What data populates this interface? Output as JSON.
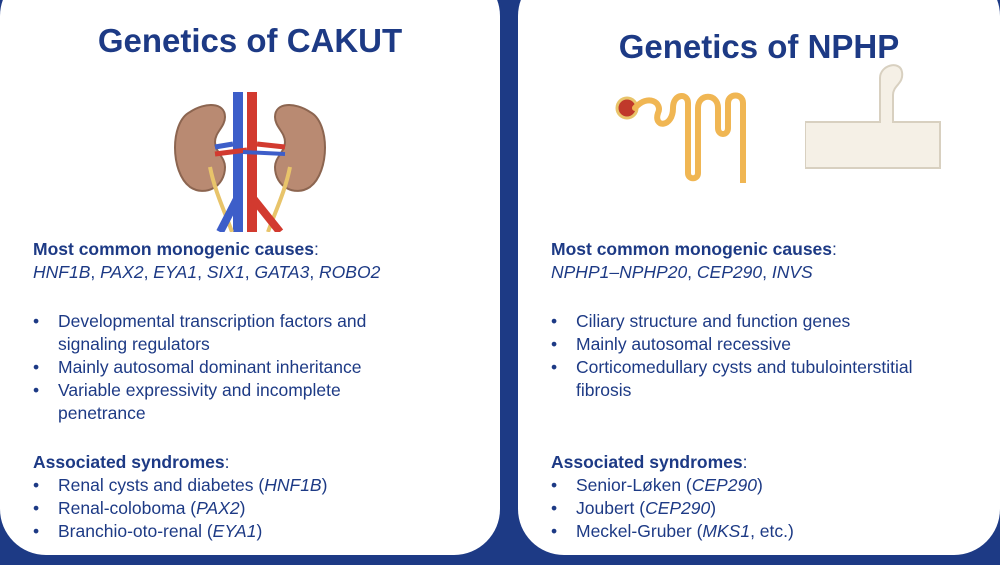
{
  "left": {
    "title": "Genetics of CAKUT",
    "causes_label": "Most common monogenic causes",
    "causes_colon": ":",
    "genes": [
      "HNF1B",
      "PAX2",
      "EYA1",
      "SIX1",
      "GATA3",
      "ROBO2"
    ],
    "gene_sep": ", ",
    "bullets": [
      "Developmental transcription factors and signaling regulators",
      "Mainly autosomal dominant inheritance",
      "Variable expressivity and incomplete penetrance"
    ],
    "syndromes_label": "Associated syndromes",
    "syndromes_colon": ":",
    "syndromes": [
      {
        "name": "Renal cysts and diabetes (",
        "gene": "HNF1B",
        "tail": ")"
      },
      {
        "name": "Renal-coloboma (",
        "gene": "PAX2",
        "tail": ")"
      },
      {
        "name": "Branchio-oto-renal (",
        "gene": "EYA1",
        "tail": ")"
      }
    ]
  },
  "right": {
    "title": "Genetics of NPHP",
    "causes_label": "Most common monogenic causes",
    "causes_colon": ":",
    "genes_text_1": "NPHP1–NPHP20",
    "genes_sep_1": ", ",
    "genes_text_2": "CEP290",
    "genes_sep_2": ", ",
    "genes_text_3": "INVS",
    "bullets": [
      "Ciliary structure and function genes",
      "Mainly autosomal recessive",
      "Corticomedullary cysts and tubulointerstitial fibrosis"
    ],
    "syndromes_label": "Associated syndromes",
    "syndromes_colon": ":",
    "syndromes": [
      {
        "name": "Senior-Løken (",
        "gene": "CEP290",
        "tail": ")"
      },
      {
        "name": "Joubert (",
        "gene": "CEP290",
        "tail": ")"
      },
      {
        "name": "Meckel-Gruber (",
        "gene": "MKS1",
        "tail": ", etc.)"
      }
    ]
  },
  "colors": {
    "background": "#1d3a85",
    "panel": "#ffffff",
    "text": "#1d3a85",
    "kidney": "#b98a72",
    "artery": "#d23a2f",
    "vein": "#3d5ec9",
    "ureter": "#e8c46a",
    "nephron": "#f0b653",
    "cilium_cell": "#f5f0e6"
  },
  "icons": [
    "kidneys-icon",
    "nephron-icon",
    "cilium-cell-icon"
  ]
}
